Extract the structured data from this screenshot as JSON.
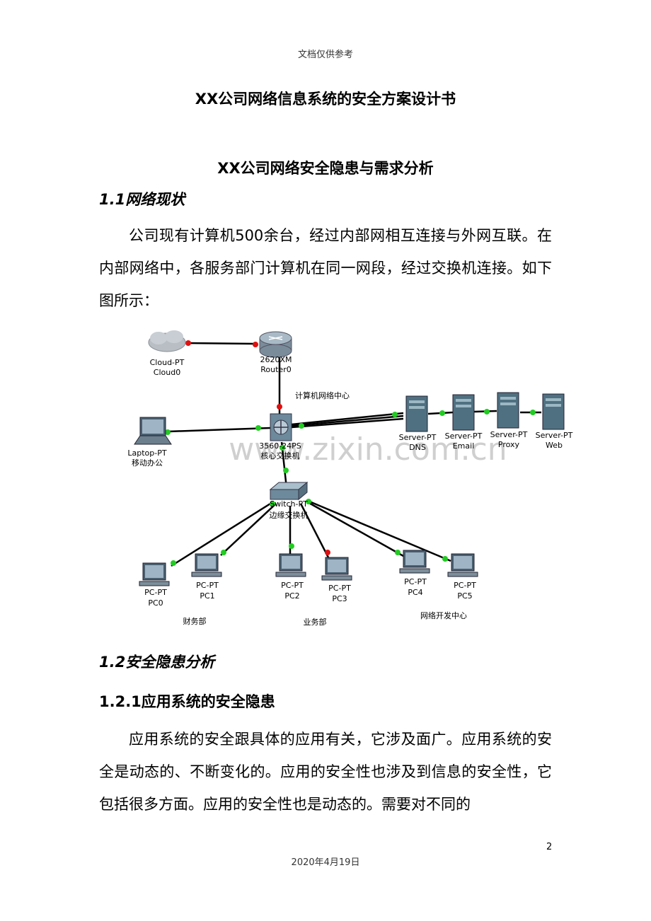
{
  "header_note": "文档仅供参考",
  "title": "XX公司网络信息系统的安全方案设计书",
  "section_title": "XX公司网络安全隐患与需求分析",
  "h_1_1": "1.1网络现状",
  "para_1": "公司现有计算机500余台，经过内部网相互连接与外网互联。在内部网络中，各服务部门计算机在同一网段，经过交换机连接。如下图所示：",
  "diagram": {
    "cloud_type": "Cloud-PT",
    "cloud_name": "Cloud0",
    "router_type": "2620XM",
    "router_name": "Router0",
    "center_label": "计算机网络中心",
    "core_type": "3560-24PS",
    "core_name": "核心交换机",
    "laptop_type": "Laptop-PT",
    "laptop_name": "移动办公",
    "servers": [
      {
        "type": "Server-PT",
        "name": "DNS"
      },
      {
        "type": "Server-PT",
        "name": "Email"
      },
      {
        "type": "Server-PT",
        "name": "Proxy"
      },
      {
        "type": "Server-PT",
        "name": "Web"
      }
    ],
    "edge_type": "Switch-PT",
    "edge_name": "边缘交换机",
    "pcs": [
      {
        "type": "PC-PT",
        "name": "PC0"
      },
      {
        "type": "PC-PT",
        "name": "PC1"
      },
      {
        "type": "PC-PT",
        "name": "PC2"
      },
      {
        "type": "PC-PT",
        "name": "PC3"
      },
      {
        "type": "PC-PT",
        "name": "PC4"
      },
      {
        "type": "PC-PT",
        "name": "PC5"
      }
    ],
    "dept_finance": "财务部",
    "dept_business": "业务部",
    "dept_dev": "网络开发中心",
    "watermark": "www.zixin.com.cn",
    "colors": {
      "link_up": "#22cc22",
      "link_down": "#dd1111",
      "cable": "#000000"
    }
  },
  "h_1_2": "1.2安全隐患分析",
  "h_1_2_1": "1.2.1应用系统的安全隐患",
  "para_2": "应用系统的安全跟具体的应用有关，它涉及面广。应用系统的安全是动态的、不断变化的。应用的安全性也涉及到信息的安全性，它包括很多方面。应用的安全性也是动态的。需要对不同的",
  "page_number": "2",
  "footer_date": "2020年4月19日"
}
